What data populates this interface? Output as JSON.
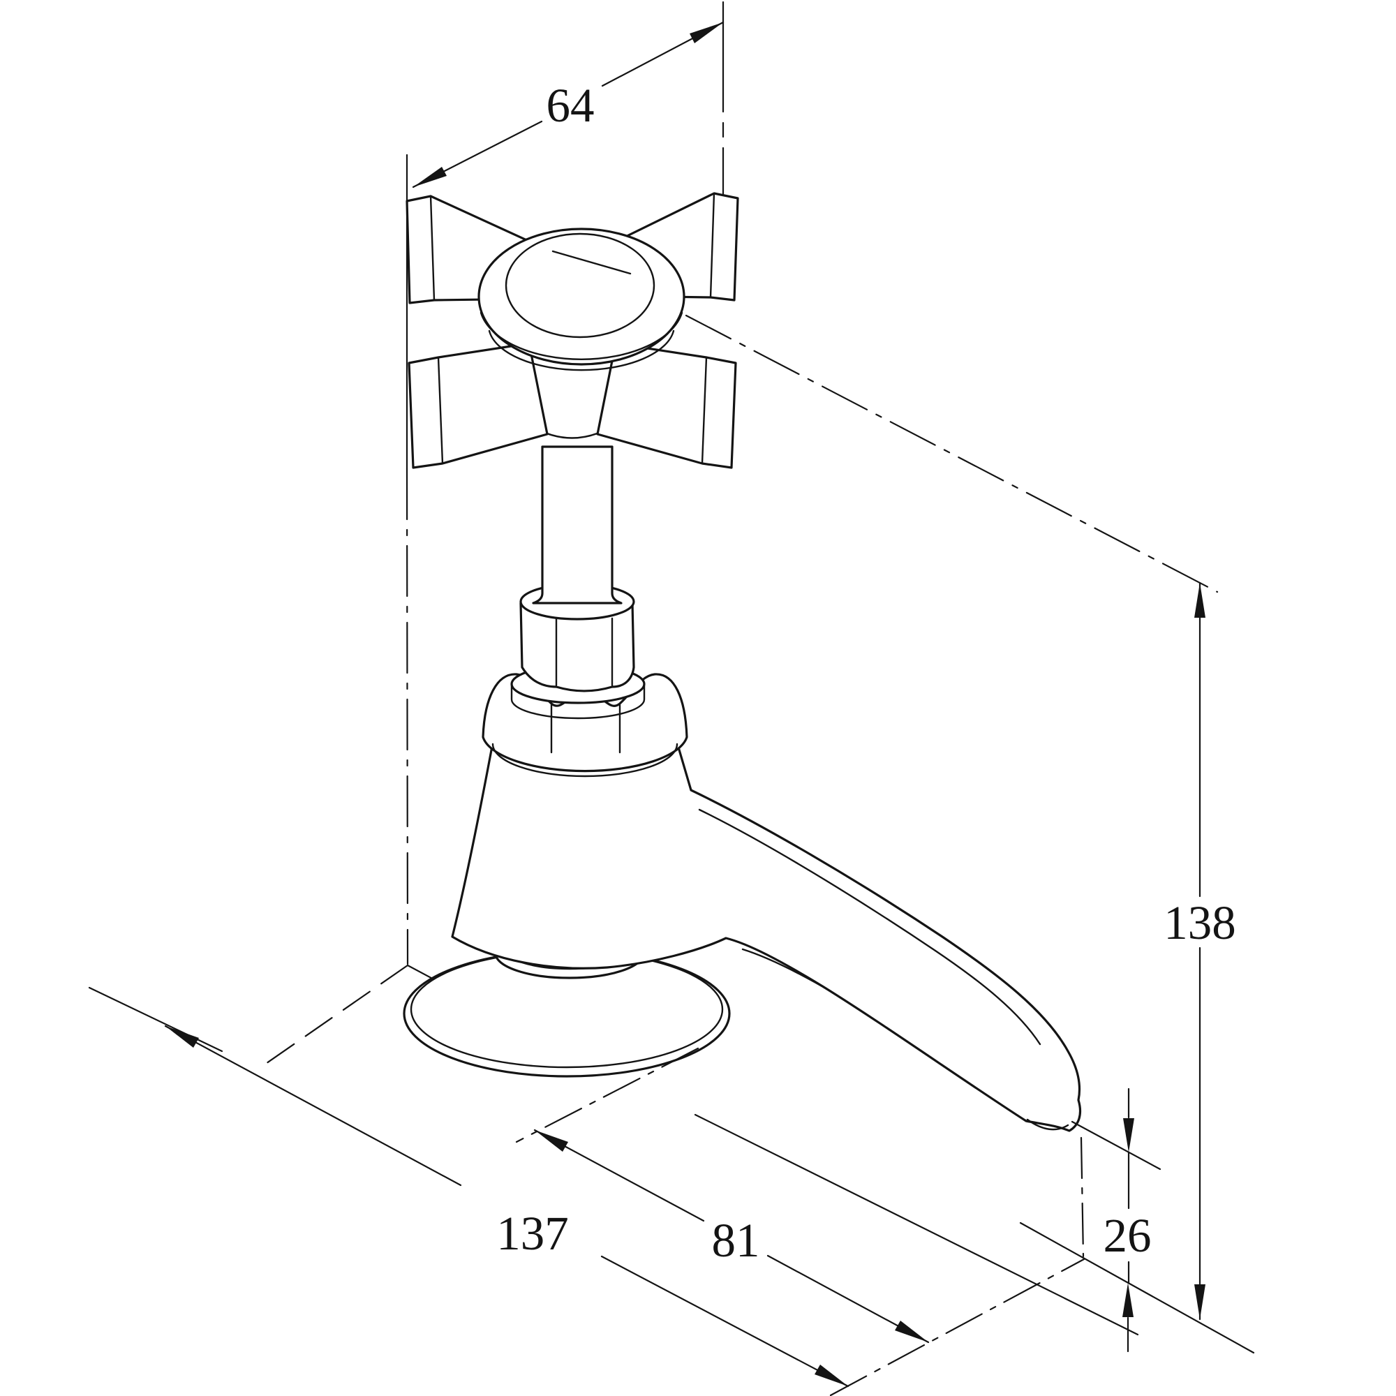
{
  "drawing": {
    "type": "technical-dimension-drawing",
    "subject": "pillar basin tap with cross handle, isometric view",
    "background_color": "#ffffff",
    "line_color": "#141414",
    "dims": {
      "handle_width": {
        "label": "64"
      },
      "overall_height": {
        "label": "138"
      },
      "overall_depth": {
        "label": "137"
      },
      "spout_reach": {
        "label": "81"
      },
      "spout_clearance": {
        "label": "26"
      }
    }
  }
}
